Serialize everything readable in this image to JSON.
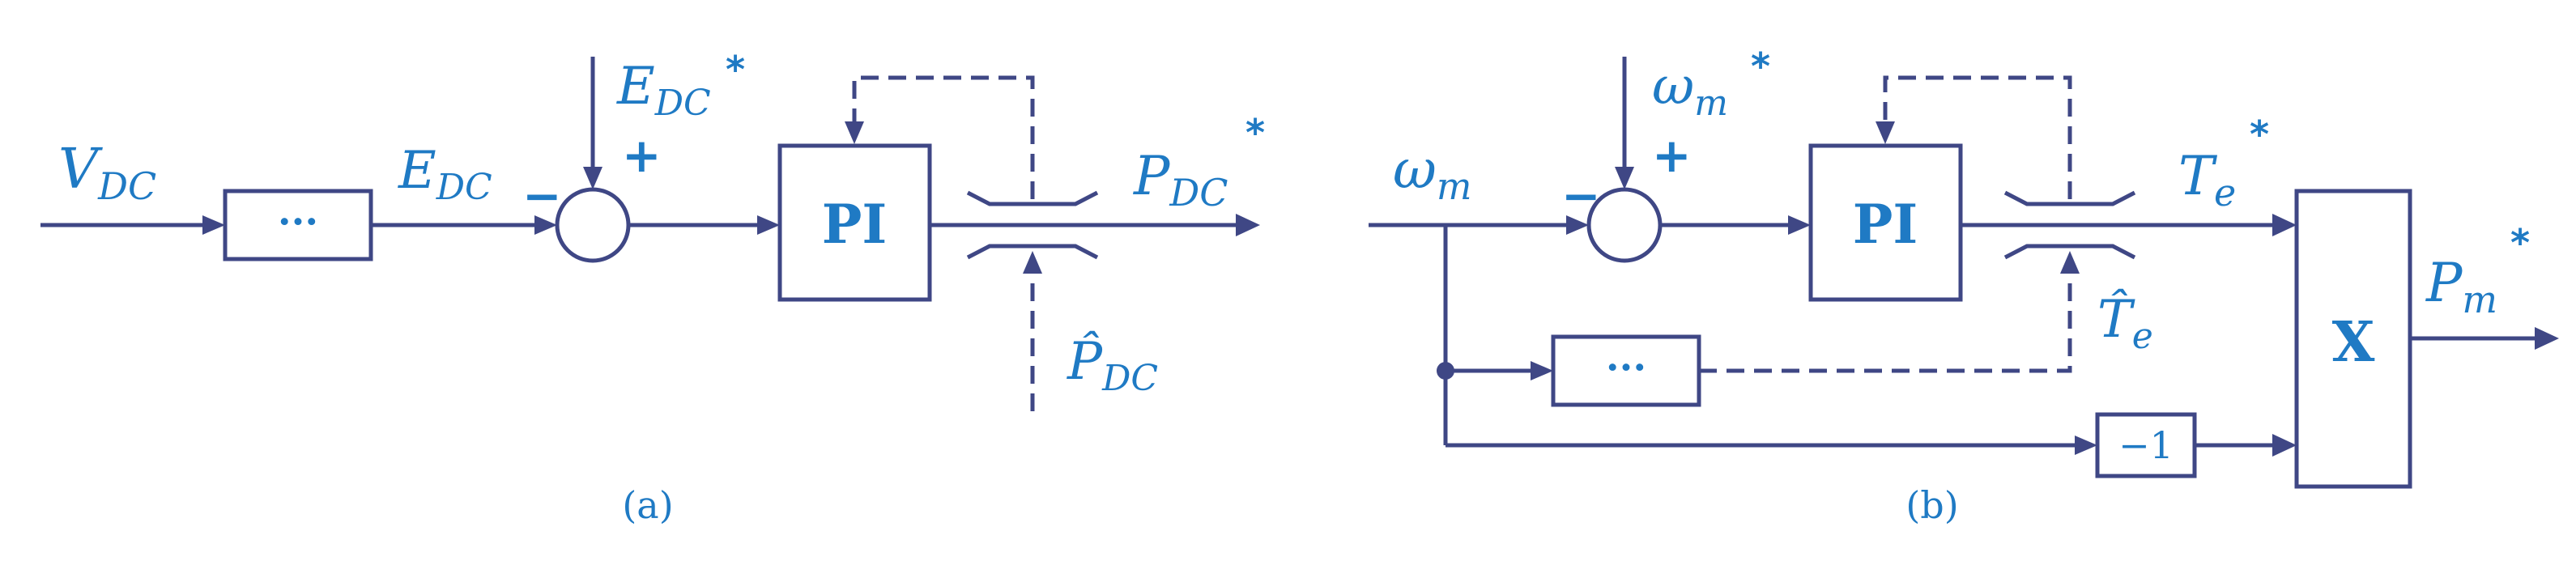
{
  "panel_a": {
    "input_symbol": "V",
    "input_subscript": "DC",
    "block1_label": "···",
    "signal_symbol": "E",
    "signal_subscript": "DC",
    "ref_symbol": "E",
    "ref_subscript": "DC",
    "ref_sup": "*",
    "minus": "−",
    "plus": "+",
    "pi_label": "PI",
    "output_symbol": "P",
    "output_subscript": "DC",
    "output_sup": "*",
    "est_symbol": "P̂",
    "est_subscript": "DC",
    "caption": "(a)"
  },
  "panel_b": {
    "input_symbol": "ω",
    "input_subscript": "m",
    "ref_symbol": "ω",
    "ref_subscript": "m",
    "ref_sup": "*",
    "minus": "−",
    "plus": "+",
    "pi_label": "PI",
    "te_symbol": "T",
    "te_subscript": "e",
    "te_sup": "*",
    "est_symbol": "T̂",
    "est_subscript": "e",
    "block_dots": "···",
    "gain_label": "−1",
    "mult_label": "X",
    "output_symbol": "P",
    "output_subscript": "m",
    "output_sup": "*",
    "caption": "(b)"
  }
}
